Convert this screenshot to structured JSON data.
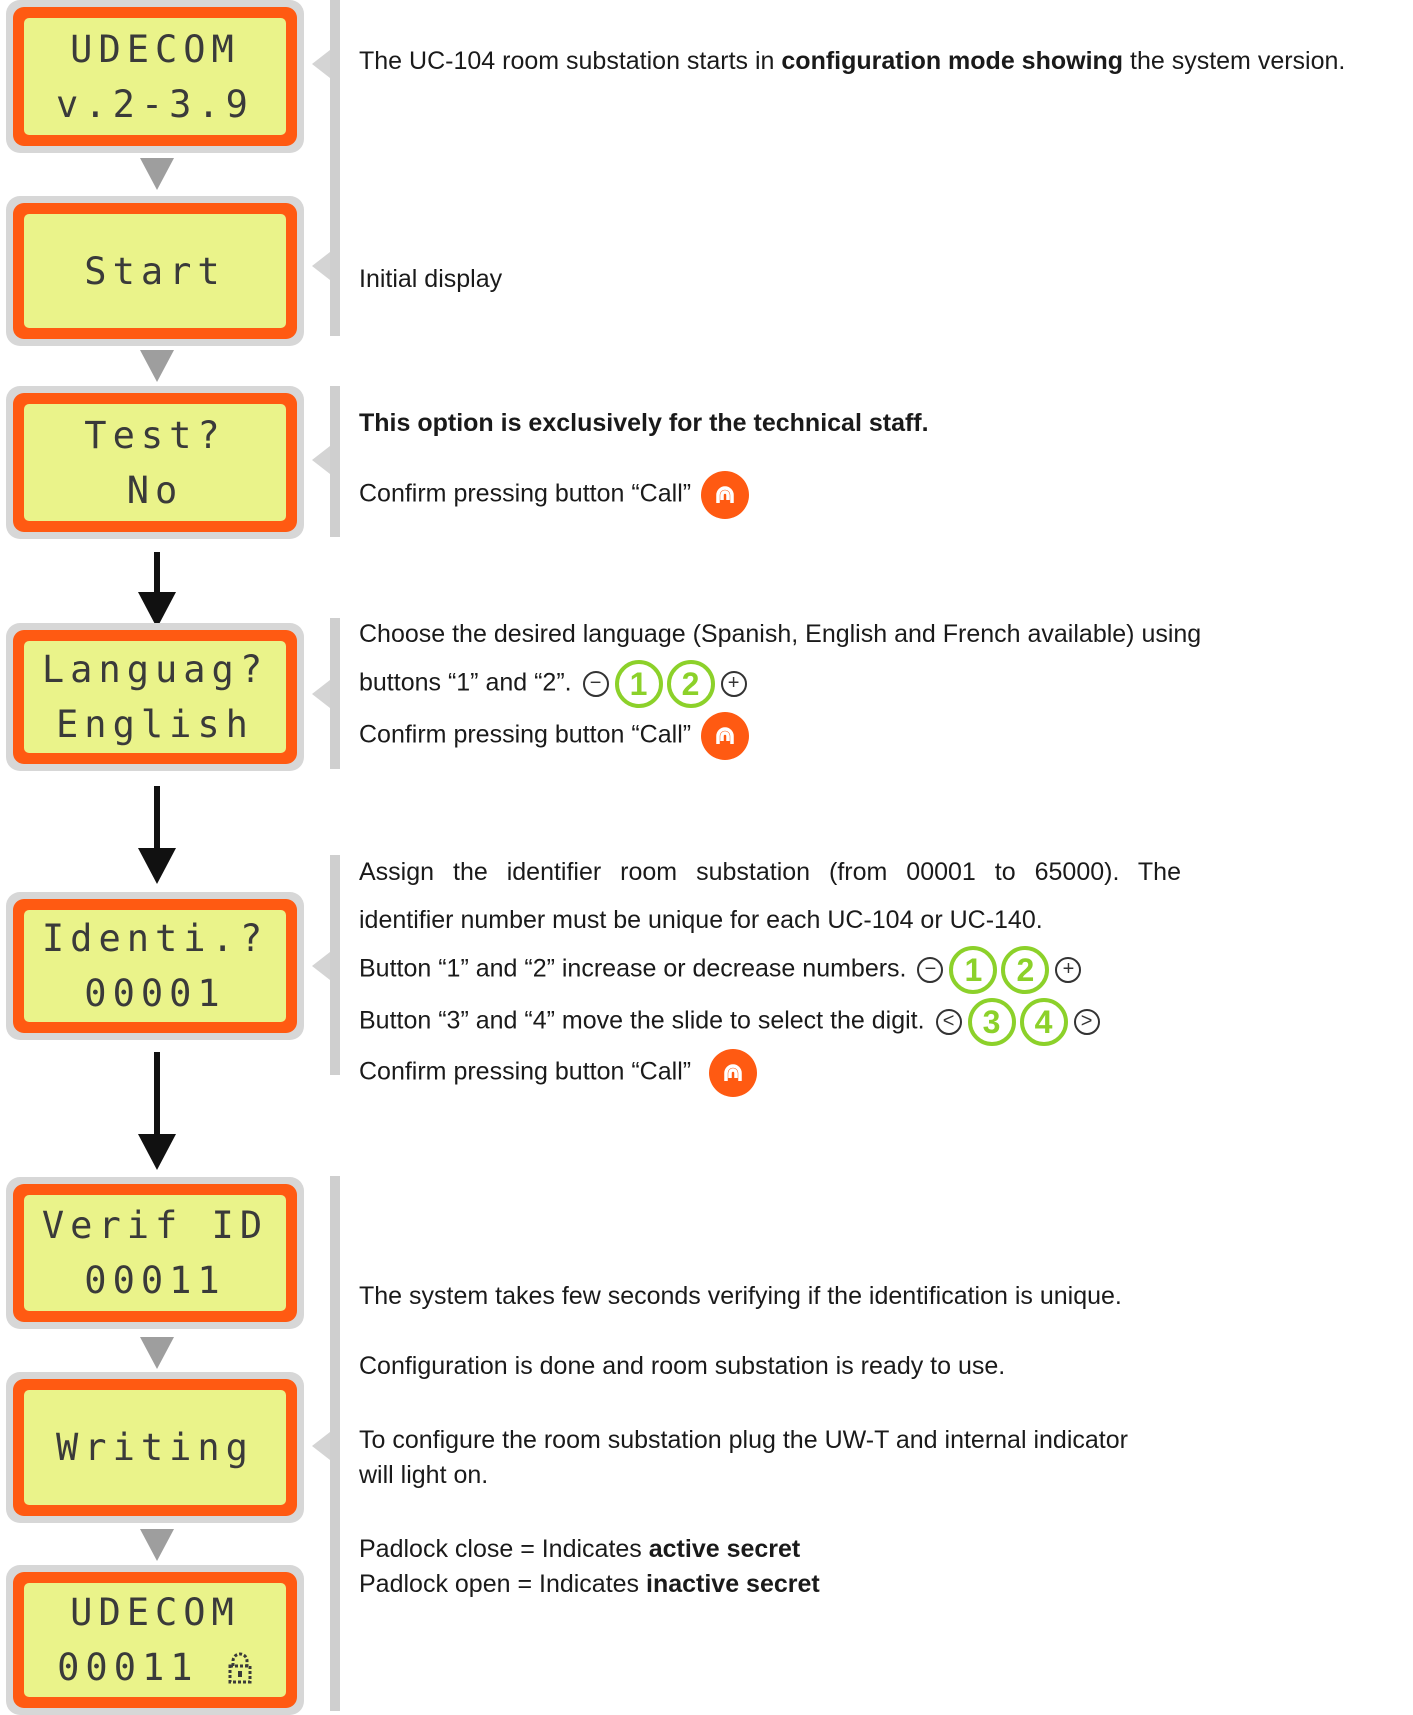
{
  "displays": [
    {
      "line1": "UDECOM",
      "line2": "v.2-3.9"
    },
    {
      "line1": "Start",
      "line2": ""
    },
    {
      "line1": "Test?",
      "line2": "No"
    },
    {
      "line1": "Languag?",
      "line2": "English"
    },
    {
      "line1": "Identi.?",
      "line2": "00001"
    },
    {
      "line1": "Verif ID",
      "line2": "00011"
    },
    {
      "line1": "Writing",
      "line2": ""
    },
    {
      "line1": "UDECOM",
      "line2": "00011"
    }
  ],
  "steps": {
    "s1": {
      "pre": "The UC-104 room substation starts in ",
      "bold": "configuration mode showing",
      "post": " the system version."
    },
    "s2": {
      "text": "Initial display"
    },
    "s3": {
      "heading": "This option is exclusively for the technical staff.",
      "confirm": "Confirm pressing button “Call”"
    },
    "s4": {
      "line1": "Choose the desired language (Spanish, English and French available) using",
      "line2": "buttons “1” and “2”.",
      "confirm": "Confirm pressing button “Call”"
    },
    "s5": {
      "line1": "Assign the identifier room substation (from 00001 to 65000). The",
      "line2": "identifier number must be unique for each UC-104 or UC-140.",
      "line3": "Button “1” and “2” increase or decrease numbers.",
      "line4": "Button “3” and “4” move the slide to select the digit.",
      "confirm": "Confirm pressing button “Call”"
    },
    "s6": {
      "verify": "The system takes few seconds verifying if the identification is unique.",
      "done": "Configuration is done and room substation is ready to use.",
      "plug1": "To configure the room substation plug the UW-T and internal indicator",
      "plug2": "will light on.",
      "lock_close_pre": "Padlock close = Indicates ",
      "lock_close_bold": "active secret",
      "lock_open_pre": "Padlock open = Indicates ",
      "lock_open_bold": "inactive secret"
    }
  },
  "buttons": {
    "b1": "1",
    "b2": "2",
    "b3": "3",
    "b4": "4"
  },
  "icons": [
    "call-icon",
    "minus-circle-icon",
    "plus-circle-icon",
    "left-circle-icon",
    "right-circle-icon",
    "padlock-icon"
  ],
  "colors": {
    "lcd_frame": "#ff5a12",
    "lcd_screen": "#eaf38a",
    "button_green": "#8cd12a",
    "call_orange": "#ff5a12"
  }
}
